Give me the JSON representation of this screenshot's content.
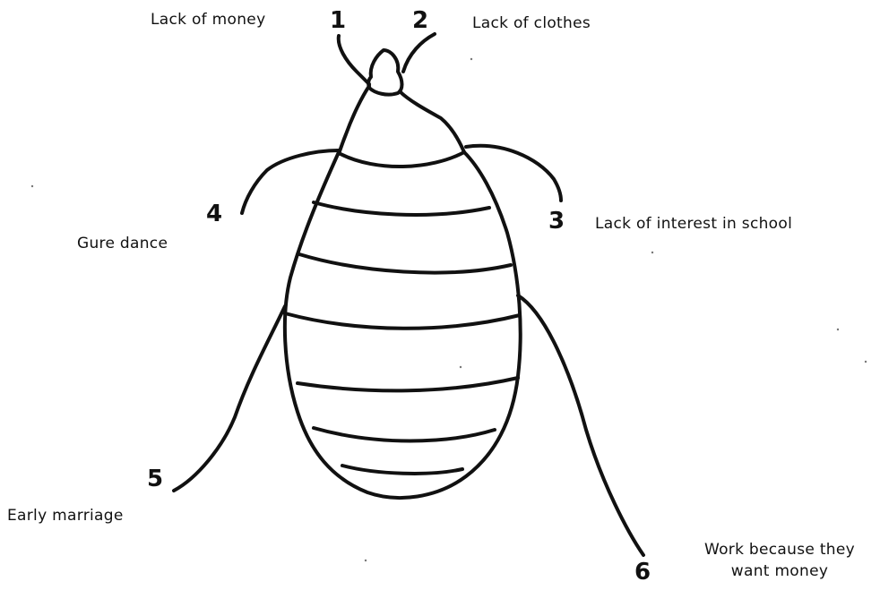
{
  "leg_labels": [
    {
      "number": "1",
      "text": "Lack of money"
    },
    {
      "number": "2",
      "text": "Lack of clothes"
    },
    {
      "number": "3",
      "text": "Lack of interest in school"
    },
    {
      "number": "4",
      "text": "Gure dance"
    },
    {
      "number": "5",
      "text": "Early marriage"
    },
    {
      "number": "6",
      "text_line1": "Work because they",
      "text_line2": "want money"
    }
  ],
  "stroke_color": "#111111"
}
